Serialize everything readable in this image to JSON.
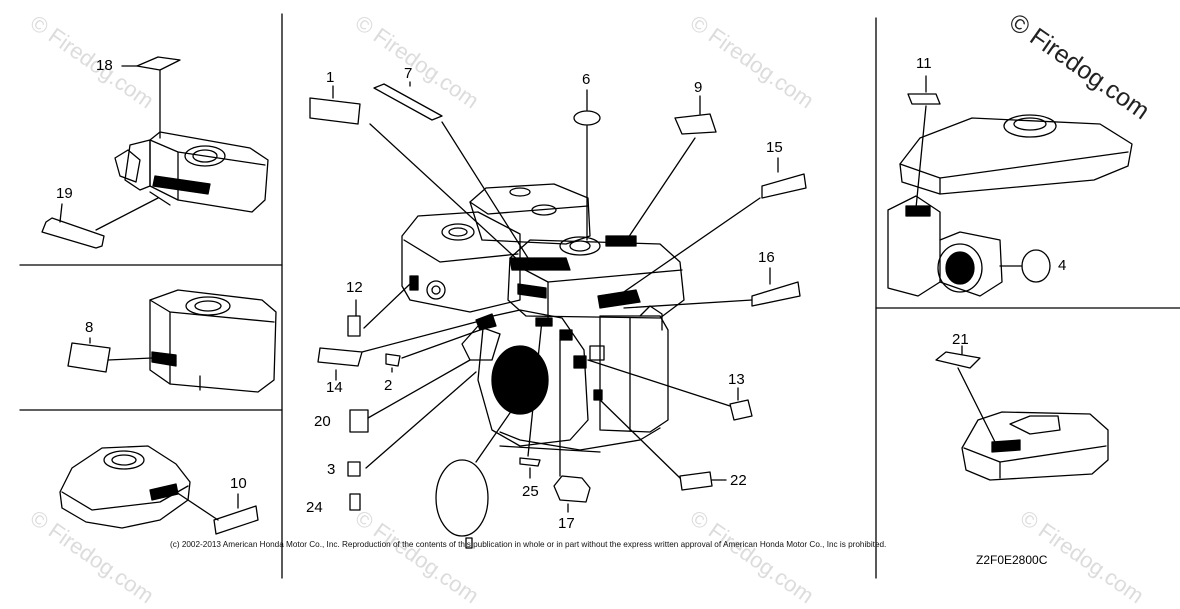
{
  "watermark": {
    "main": "© Firedog.com",
    "faint": "© Firedog.com"
  },
  "callouts": [
    "1",
    "2",
    "3",
    "4",
    "6",
    "7",
    "8",
    "9",
    "10",
    "11",
    "12",
    "13",
    "14",
    "15",
    "16",
    "17",
    "18",
    "19",
    "20",
    "21",
    "22",
    "24",
    "25"
  ],
  "copyright": "(c) 2002-2013 American Honda Motor Co., Inc. Reproduction of the contents of this publication in whole or in part without the express written approval of American Honda Motor Co., Inc is prohibited.",
  "diagram_code": "Z2F0E2800C"
}
